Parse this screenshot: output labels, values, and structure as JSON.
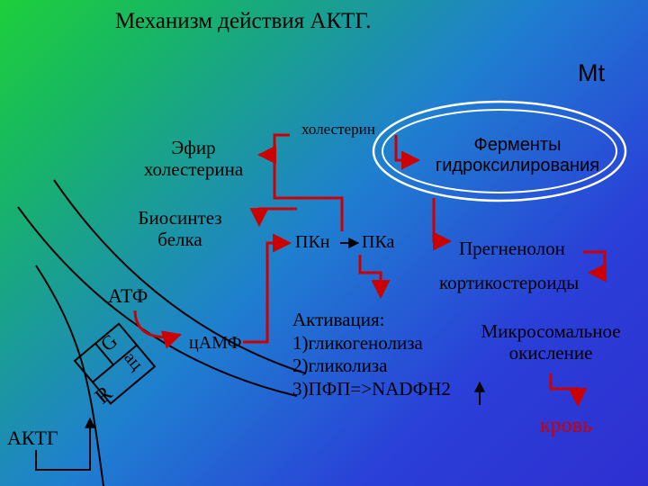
{
  "slide": {
    "title": "Механизм действия АКТГ.",
    "mt_label": "Mt",
    "cholesterol": "холестерин",
    "ester_line1": "Эфир",
    "ester_line2": "холестерина",
    "enzymes_line1": "Ферменты",
    "enzymes_line2": "гидроксилирования",
    "biosynthesis_line1": "Биосинтез",
    "biosynthesis_line2": "белка",
    "pkn": "ПКн",
    "pka": "ПКа",
    "pregnenolone": "Прегненолон",
    "corticosteroids": "кортикостероиды",
    "atp": "АТФ",
    "camp": "цАМФ",
    "activation_title": "Активация:",
    "activation_1": "1)гликогенолиза",
    "activation_2": "2)гликолиза",
    "activation_3": "3)ПФП=>NADФН2",
    "microsomal_line1": "Микросомальное",
    "microsomal_line2": "окисление",
    "blood": "кровь",
    "receptor_g": "G",
    "receptor_ac": "ац",
    "receptor_r": "R",
    "actg": "АКТГ"
  },
  "colors": {
    "arrows": "#cc0000",
    "blood_text": "#cc0000",
    "membrane": "#000000",
    "mitochondrion": "#ffffff"
  }
}
